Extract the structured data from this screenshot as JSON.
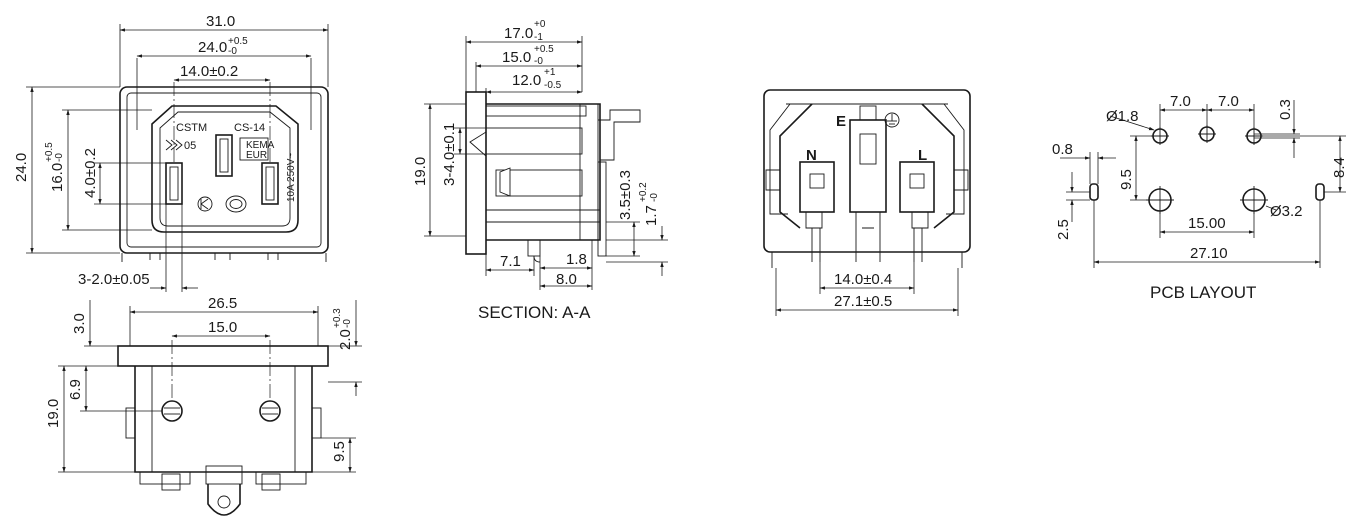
{
  "front_view": {
    "dims": {
      "overall_width": "31.0",
      "inner_width": "24.0",
      "inner_width_tol_upper": "+0.5",
      "inner_width_tol_lower": "-0",
      "pin_spacing": "14.0±0.2",
      "overall_height": "24.0",
      "inner_height": "16.0",
      "inner_height_tol_upper": "+0.5",
      "inner_height_tol_lower": "-0",
      "pin_height": "4.0±0.2",
      "pin_width": "3-2.0±0.05"
    },
    "markings": {
      "cstm": "CSTM",
      "model": "CS-14",
      "code": "05",
      "cert_line1": "KEMA",
      "cert_line2": "EUR",
      "rating": "10A 250V~"
    }
  },
  "bottom_view": {
    "dims": {
      "width": "26.5",
      "hole_spacing": "15.0",
      "flange": "3.0",
      "flange_right": "2.0",
      "flange_right_tol_upper": "+0.3",
      "flange_right_tol_lower": "-0",
      "hole_height": "6.9",
      "overall_height": "19.0",
      "pin_height": "9.5"
    }
  },
  "section_view": {
    "caption": "SECTION: A-A",
    "dims": {
      "overall_depth": "17.0",
      "overall_depth_tol_upper": "+0",
      "overall_depth_tol_lower": "-1",
      "depth_2": "15.0",
      "depth_2_tol_upper": "+0.5",
      "depth_2_tol_lower": "-0",
      "depth_3": "12.0",
      "depth_3_tol_upper": "+1",
      "depth_3_tol_lower": "-0.5",
      "height": "19.0",
      "pin_dim": "3-4.0±0.1",
      "leg_length": "3.5±0.3",
      "thickness": "1.7",
      "thickness_tol_upper": "+0.2",
      "thickness_tol_lower": "-0",
      "offset_1": "7.1",
      "offset_2": "1.8",
      "offset_3": "8.0"
    }
  },
  "rear_view": {
    "labels": {
      "earth": "E",
      "neutral": "N",
      "live": "L"
    },
    "dims": {
      "pin_spacing": "14.0±0.4",
      "overall_width": "27.1±0.5"
    }
  },
  "pcb_layout": {
    "caption": "PCB LAYOUT",
    "dims": {
      "small_hole": "Ø1.8",
      "spacing_1": "7.0",
      "spacing_2": "7.0",
      "offset_top": "0.3",
      "slot_width": "0.8",
      "vertical_spacing": "9.5",
      "height": "8.4",
      "large_hole": "Ø3.2",
      "large_spacing": "15.00",
      "slot_height": "2.5",
      "overall_width": "27.10"
    }
  }
}
